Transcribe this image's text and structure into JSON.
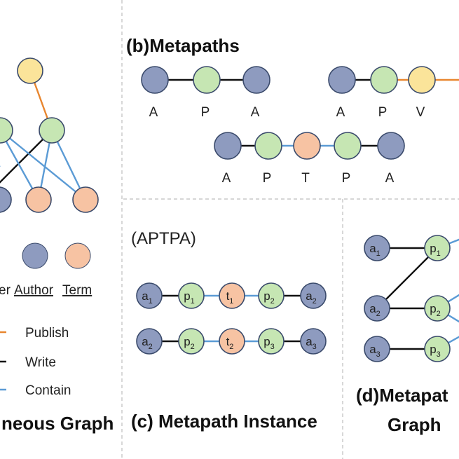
{
  "colors": {
    "author": "#8e9bbf",
    "paper": "#c6e6b3",
    "term": "#f7c3a3",
    "venue": "#fbe49a",
    "node_stroke": "#3a4a6b",
    "publish_edge": "#e8862f",
    "write_edge": "#111111",
    "contain_edge": "#5b9bd5"
  },
  "panel_a": {
    "title": "neous Graph",
    "node_legend": {
      "paper": "er",
      "author": "Author",
      "term": "Term"
    },
    "edge_legend": {
      "publish": "Publish",
      "write": "Write",
      "contain": "Contain"
    }
  },
  "panel_b": {
    "title": "(b)Metapaths",
    "path1_labels": [
      "A",
      "P",
      "A"
    ],
    "path2_labels": [
      "A",
      "P",
      "V"
    ],
    "path3_labels": [
      "A",
      "P",
      "T",
      "P",
      "A"
    ]
  },
  "panel_c": {
    "title": "(c) Metapath Instance",
    "subtitle": "(APTPA)",
    "row1": [
      {
        "base": "a",
        "sub": "1"
      },
      {
        "base": "p",
        "sub": "1"
      },
      {
        "base": "t",
        "sub": "1"
      },
      {
        "base": "p",
        "sub": "2"
      },
      {
        "base": "a",
        "sub": "2"
      }
    ],
    "row2": [
      {
        "base": "a",
        "sub": "2"
      },
      {
        "base": "p",
        "sub": "2"
      },
      {
        "base": "t",
        "sub": "2"
      },
      {
        "base": "p",
        "sub": "3"
      },
      {
        "base": "a",
        "sub": "3"
      }
    ]
  },
  "panel_d": {
    "title_line1": "(d)Metapat",
    "title_line2": "Graph",
    "authors": [
      {
        "base": "a",
        "sub": "1"
      },
      {
        "base": "a",
        "sub": "2"
      },
      {
        "base": "a",
        "sub": "3"
      }
    ],
    "papers": [
      {
        "base": "p",
        "sub": "1"
      },
      {
        "base": "p",
        "sub": "2"
      },
      {
        "base": "p",
        "sub": "3"
      }
    ]
  }
}
